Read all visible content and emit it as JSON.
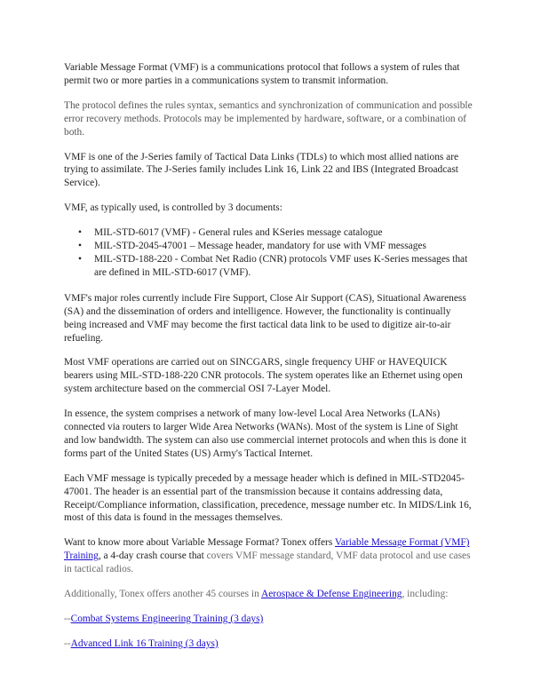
{
  "document": {
    "paragraphs": {
      "p1": "Variable Message Format (VMF) is a communications protocol that follows a system of rules that permit two or more parties in a communications system to transmit information.",
      "p2": "The protocol defines the rules syntax, semantics and synchronization of communication and possible error recovery methods. Protocols may be implemented by hardware, software, or a combination of both.",
      "p3": "VMF is one of the J-Series family of Tactical Data Links (TDLs) to which most allied nations are trying to assimilate. The J-Series family includes Link 16, Link 22 and IBS (Integrated Broadcast Service).",
      "p4": "VMF, as typically used, is controlled by 3 documents:",
      "p5": "VMF's major roles currently include Fire Support, Close Air Support (CAS), Situational Awareness (SA) and the dissemination of orders and intelligence. However, the functionality is continually being increased and VMF may become the first tactical data link to be used to digitize air-to-air refueling.",
      "p6": "Most VMF operations are carried out on SINCGARS, single frequency UHF or HAVEQUICK bearers using MIL-STD-188-220 CNR protocols. The system operates like an Ethernet using open system architecture based on the commercial OSI 7-Layer Model.",
      "p7": "In essence, the system comprises a network of many low-level Local Area Networks (LANs) connected via routers to larger Wide Area Networks (WANs). Most of the system is Line of Sight and low bandwidth. The system can also use commercial internet protocols and when this is done it forms part of the United States (US) Army's Tactical Internet.",
      "p8": "Each VMF message is typically preceded by a message header which is defined in MIL-STD2045-47001. The header is an essential part of the transmission because it contains addressing data, Receipt/Compliance information, classification, precedence, message number etc. In MIDS/Link 16, most of this data is found in the messages themselves."
    },
    "documents_list": [
      "MIL-STD-6017 (VMF) - General rules and KSeries message catalogue",
      "MIL-STD-2045-47001 – Message header, mandatory for use with VMF messages",
      "MIL-STD-188-220 - Combat Net Radio (CNR) protocols VMF uses K-Series messages that are defined in MIL-STD-6017 (VMF)."
    ],
    "promo": {
      "intro": "Want to know more about Variable Message Format? Tonex offers ",
      "link_label": "Variable Message Format (VMF) Training",
      "after_link_dark": ", a 4-day crash course that ",
      "after_link_grey": "covers VMF message standard, VMF data protocol and use cases in tactical radios."
    },
    "additional": {
      "before_link": "Additionally, Tonex offers another 45 courses in ",
      "link_label": "Aerospace & Defense Engineering",
      "after_link": ", including:"
    },
    "course_links": [
      {
        "prefix": "--",
        "label": "Combat Systems Engineering Training (3 days)"
      },
      {
        "prefix": "--",
        "label": "Advanced Link 16 Training (3 days)"
      }
    ],
    "colors": {
      "text": "#222222",
      "grey_text": "#555555",
      "link": "#1a0dcc"
    }
  }
}
